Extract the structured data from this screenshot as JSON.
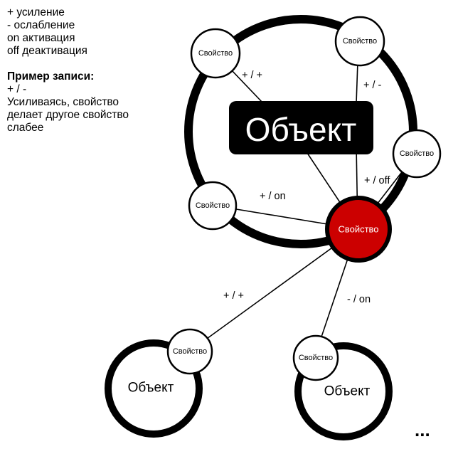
{
  "legend": {
    "lines": [
      "+ усиление",
      "- ослабление",
      "on активация",
      "off деактивация"
    ],
    "example_title": "Пример записи:",
    "example_lines": [
      "+ / -",
      "Усиливаясь, свойство",
      "делает другое свойство",
      "слабее"
    ]
  },
  "diagram": {
    "main_object_label": "Объект",
    "property_label": "Свойство",
    "central_property_label": "Свойство",
    "central_property_color": "#cc0000",
    "object_bottom_left_label": "Объект",
    "object_bottom_right_label": "Объект",
    "edge_labels": {
      "top_left": "+ / +",
      "top_right": "+ / -",
      "right": "+ / off",
      "left": "+ / on",
      "bottom_left": "+ / +",
      "bottom_right": "- / on"
    },
    "ellipsis": "..."
  }
}
